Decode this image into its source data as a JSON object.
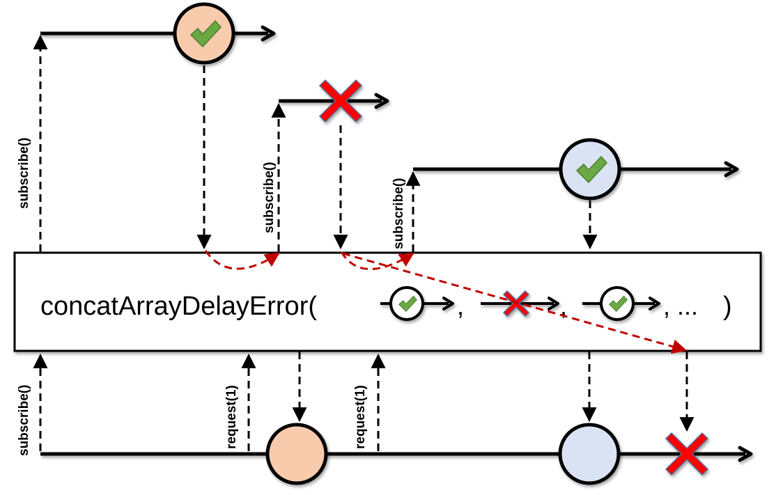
{
  "diagram": {
    "operator": {
      "label": "concatArrayDelayError(",
      "separator": ",",
      "ellipsis": ", ...",
      "close": ")",
      "inline_sources": [
        {
          "kind": "value",
          "marker": "check-icon"
        },
        {
          "kind": "error",
          "marker": "x-icon"
        },
        {
          "kind": "value",
          "marker": "check-icon"
        }
      ]
    },
    "sources": [
      {
        "name": "source-1",
        "subscribe_label": "subscribe()",
        "emits": "value",
        "marble_color": "#f8cbad",
        "terminal": "complete"
      },
      {
        "name": "source-2",
        "subscribe_label": "subscribe()",
        "emits": "error",
        "terminal": "error"
      },
      {
        "name": "source-3",
        "subscribe_label": "subscribe()",
        "emits": "value",
        "marble_color": "#dae3f3",
        "terminal": "complete"
      }
    ],
    "output": {
      "subscribe_label": "subscribe()",
      "request_labels": [
        "request(1)",
        "request(1)"
      ],
      "events": [
        {
          "kind": "value",
          "marble_color": "#f8cbad"
        },
        {
          "kind": "value",
          "marble_color": "#dae3f3"
        },
        {
          "kind": "error",
          "note": "delayed error"
        }
      ]
    },
    "colors": {
      "timeline": "#000000",
      "deferred_error_arrow": "#c00000",
      "check_fill": "#6aa744",
      "error_fill": "#ff0000",
      "orange_marble": "#f8cbad",
      "blue_marble": "#dae3f3"
    }
  }
}
